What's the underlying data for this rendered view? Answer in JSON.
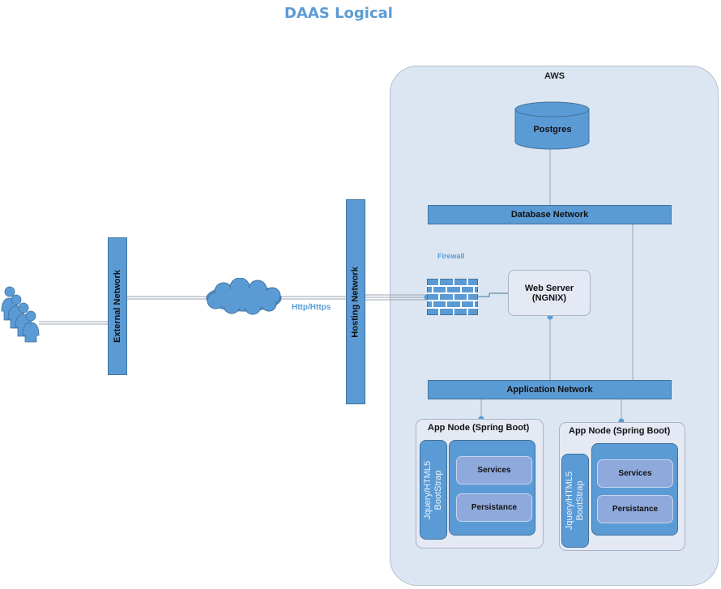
{
  "title": "DAAS Logical",
  "aws": {
    "label": "AWS"
  },
  "database": {
    "label": "Postgres"
  },
  "networks": {
    "database": "Database Network",
    "application": "Application Network",
    "hosting": "Hosting Network",
    "external": "External Network"
  },
  "firewall": {
    "label": "Firewall"
  },
  "protocol": {
    "label": "Http/Https"
  },
  "webserver": {
    "line1": "Web Server",
    "line2": "(NGNIX)"
  },
  "app_nodes": [
    {
      "title": "App Node (Spring Boot)",
      "ui_line1": "Jquery/HTML5",
      "ui_line2": "BootStrap",
      "services": "Services",
      "persistence": "Persistance"
    },
    {
      "title": "App Node (Spring Boot)",
      "ui_line1": "Jquery/HTML5",
      "ui_line2": "BootStrap",
      "services": "Services",
      "persistence": "Persistance"
    }
  ],
  "icons": {
    "users": "users-group-icon",
    "cloud": "cloud-icon",
    "firewall": "brick-wall-icon",
    "database": "database-cylinder-icon"
  },
  "colors": {
    "accent": "#5b9bd5",
    "region": "#dce6f2",
    "node": "#e4e9f4",
    "service": "#8fa9dc"
  }
}
